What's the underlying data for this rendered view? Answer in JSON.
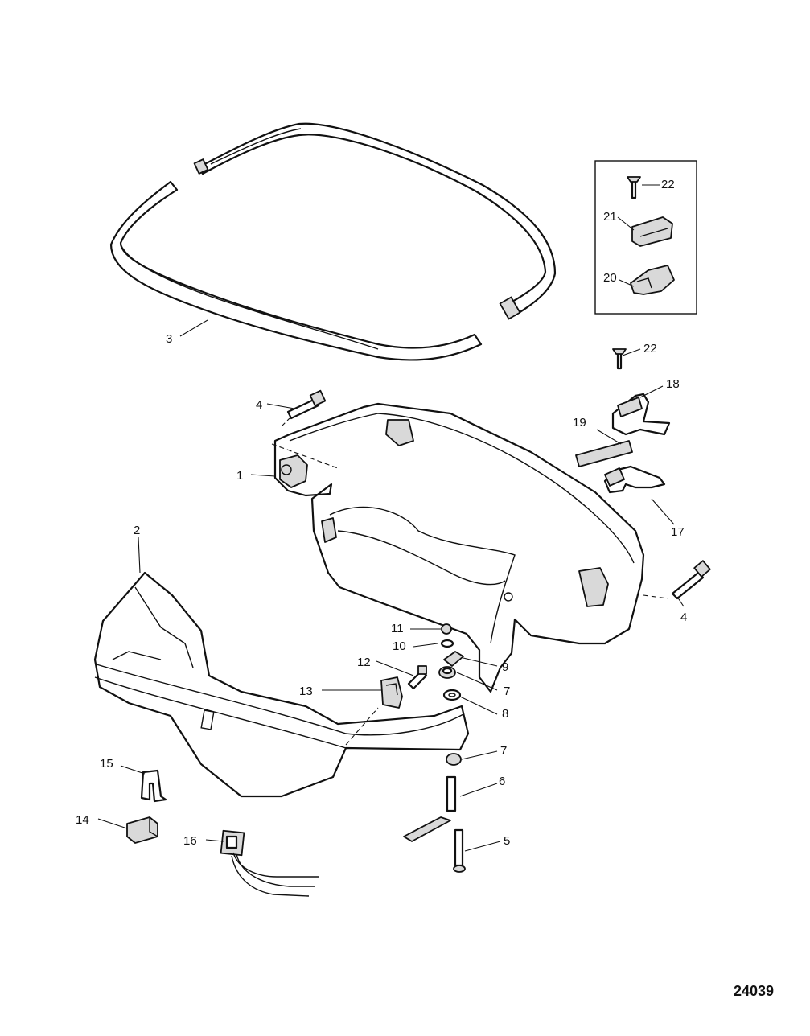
{
  "callouts": {
    "c1": "1",
    "c2": "2",
    "c3": "3",
    "c4a": "4",
    "c4b": "4",
    "c5": "5",
    "c6": "6",
    "c7a": "7",
    "c7b": "7",
    "c8": "8",
    "c9": "9",
    "c10": "10",
    "c11": "11",
    "c12": "12",
    "c13": "13",
    "c14": "14",
    "c15": "15",
    "c16": "16",
    "c17": "17",
    "c18": "18",
    "c19": "19",
    "c20": "20",
    "c21": "21",
    "c22a": "22",
    "c22b": "22"
  },
  "figure_number": "24039",
  "colors": {
    "line": "#111111",
    "fill": "#ffffff",
    "shade": "#d9d9d9"
  }
}
